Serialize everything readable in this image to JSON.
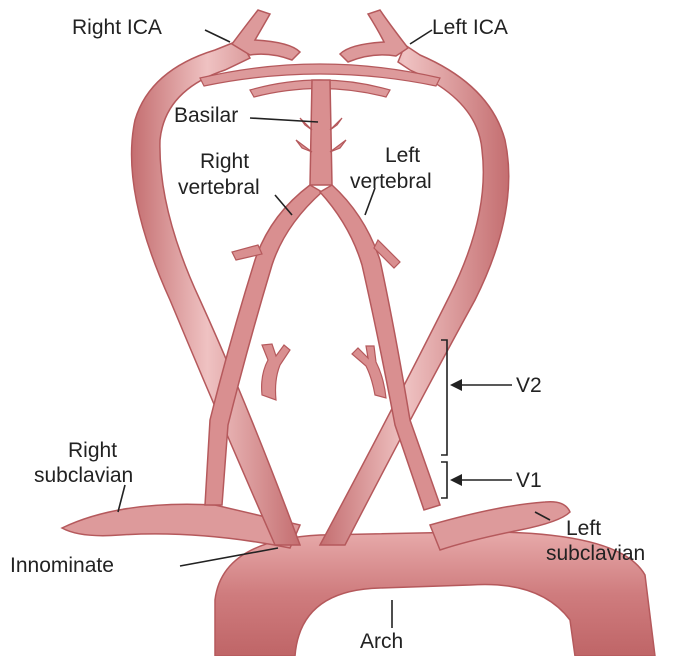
{
  "labels": {
    "right_ica": "Right ICA",
    "left_ica": "Left ICA",
    "basilar": "Basilar",
    "right_vertebral_1": "Right",
    "right_vertebral_2": "vertebral",
    "left_vertebral_1": "Left",
    "left_vertebral_2": "vertebral",
    "v2": "V2",
    "v1": "V1",
    "right_subclavian_1": "Right",
    "right_subclavian_2": "subclavian",
    "left_subclavian_1": "Left",
    "left_subclavian_2": "subclavian",
    "innominate": "Innominate",
    "arch": "Arch"
  },
  "colors": {
    "vessel_fill": "#d98f90",
    "vessel_light": "#f3cfcf",
    "vessel_edge": "#b5595c",
    "text": "#222222"
  }
}
